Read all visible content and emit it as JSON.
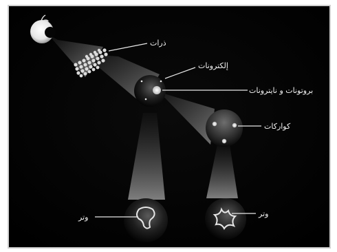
{
  "diagram": {
    "labels": {
      "atoms": "ذرات",
      "electrons": "إلکترونات",
      "protons_neutrons": "بروتونات و نايترونات",
      "quarks": "كوارکات",
      "string_left": "وتر",
      "string_right": "وتر"
    }
  }
}
